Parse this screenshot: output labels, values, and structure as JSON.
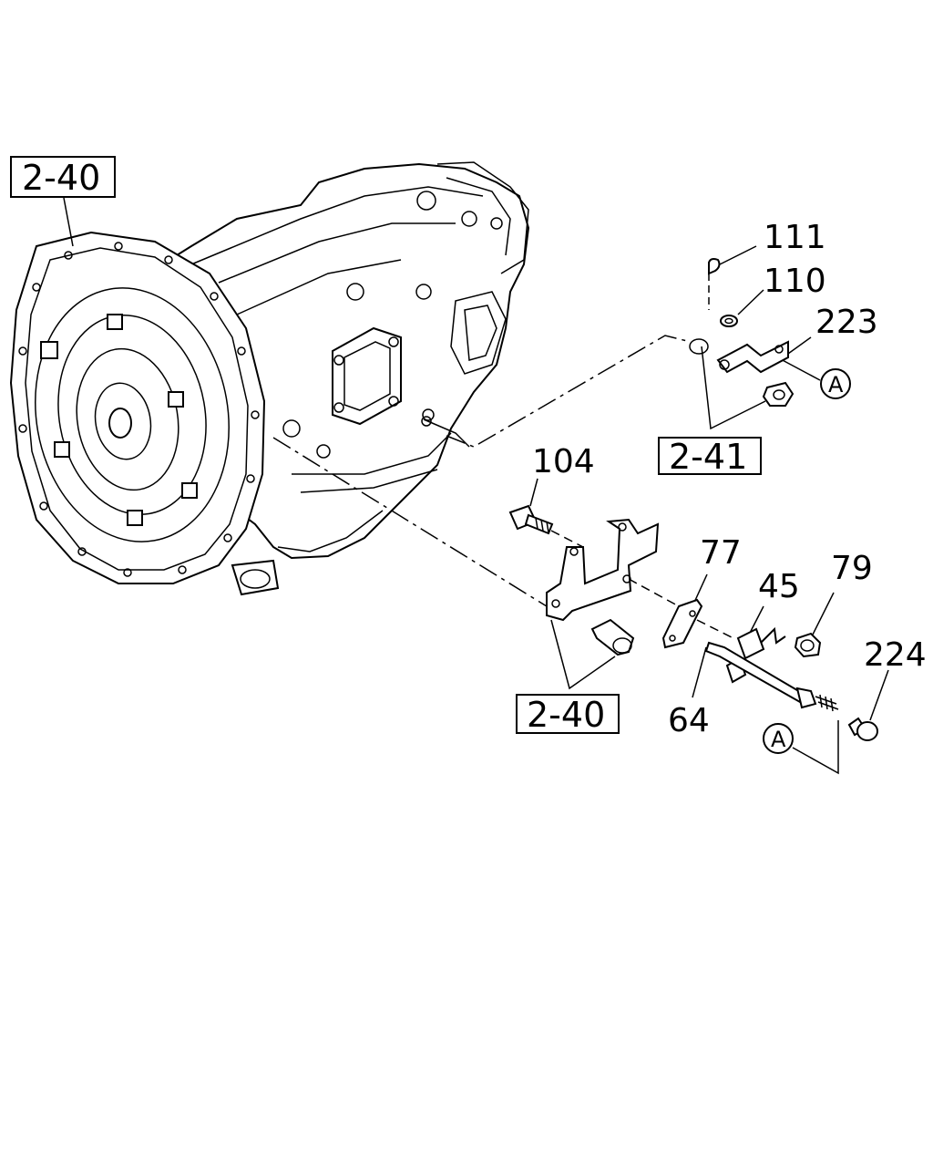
{
  "diagram": {
    "callouts": {
      "p111": "111",
      "p110": "110",
      "p223": "223",
      "p104": "104",
      "p77": "77",
      "p45": "45",
      "p79": "79",
      "p224": "224",
      "p64": "64"
    },
    "refs": {
      "top_left": "2-40",
      "right": "2-41",
      "bottom": "2-40"
    },
    "circle_markers": {
      "upper": "A",
      "lower": "A"
    }
  }
}
